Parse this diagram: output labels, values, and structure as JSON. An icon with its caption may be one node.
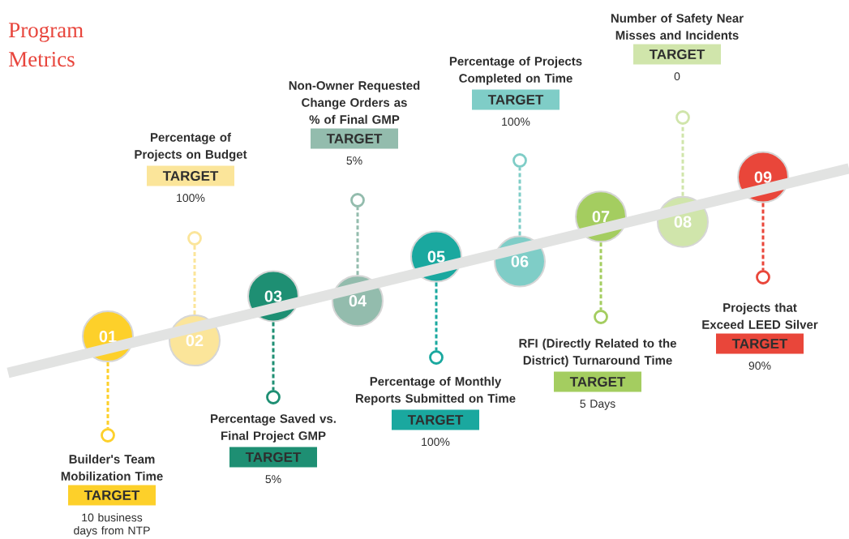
{
  "diagram": {
    "title": "Program Metrics",
    "nodes": [
      {
        "text": [
          "01"
        ]
      },
      {
        "text": [
          "02"
        ]
      },
      {
        "text": [
          "03"
        ]
      },
      {
        "text": [
          "04"
        ]
      },
      {
        "text": [
          "05"
        ]
      },
      {
        "text": [
          "06"
        ]
      },
      {
        "text": [
          "07"
        ]
      },
      {
        "text": [
          "08"
        ]
      },
      {
        "text": [
          "09"
        ]
      },
      {
        "text": [],
        "shape": "circle"
      },
      {
        "text": [],
        "shape": "circle"
      },
      {
        "text": [],
        "shape": "circle"
      },
      {
        "text": [],
        "shape": "circle"
      },
      {
        "text": [],
        "shape": "circle"
      },
      {
        "text": [],
        "shape": "circle"
      },
      {
        "text": [],
        "shape": "circle"
      },
      {
        "text": [],
        "shape": "circle"
      },
      {
        "text": [],
        "shape": "circle"
      },
      {
        "text": [
          "TARGET"
        ],
        "beside": [
          "Builder's Team Mobilization Time",
          "10 business days from NTP"
        ]
      },
      {
        "text": [
          "TARGET"
        ],
        "beside": [
          "Percentage of Projects on Budget",
          "100%"
        ]
      },
      {
        "text": [
          "TARGET"
        ],
        "beside": [
          "Percentage Saved vs. Final Project GMP",
          "5%"
        ]
      },
      {
        "text": [
          "TARGET"
        ],
        "beside": [
          "Non-Owner Requested Change Orders as % of Final GMP",
          "5%"
        ]
      },
      {
        "text": [
          "TARGET"
        ],
        "beside": [
          "Percentage of Monthly Reports Submitted on Time",
          "100%"
        ]
      },
      {
        "text": [
          "TARGET"
        ],
        "beside": [
          "Percentage of Projects Completed on Time",
          "100%"
        ]
      },
      {
        "text": [
          "TARGET"
        ],
        "beside": [
          "RFI (Directly Related to the District) Turnaround Time",
          "5 Days"
        ]
      },
      {
        "text": [
          "TARGET"
        ],
        "beside": [
          "Number of Safety Near Misses and Incidents",
          "0"
        ]
      },
      {
        "text": [
          "TARGET"
        ],
        "beside": [
          "Projects that Exceed LEED Silver",
          "90%"
        ]
      }
    ],
    "edges": [
      {
        "from": 0,
        "to": 9,
        "arrow": "none",
        "style": "dashed",
        "color": "#fdd02a"
      },
      {
        "from": 1,
        "to": 10,
        "arrow": "none",
        "style": "dashed",
        "color": "#fbe59a"
      },
      {
        "from": 2,
        "to": 11,
        "arrow": "none",
        "style": "dashed",
        "color": "#1e8f73"
      },
      {
        "from": 3,
        "to": 12,
        "arrow": "none",
        "style": "dashed",
        "color": "#93bcad"
      },
      {
        "from": 4,
        "to": 13,
        "arrow": "none",
        "style": "dashed",
        "color": "#1aa89f"
      },
      {
        "from": 5,
        "to": 14,
        "arrow": "none",
        "style": "dashed",
        "color": "#7fcdc7"
      },
      {
        "from": 6,
        "to": 15,
        "arrow": "none",
        "style": "dashed",
        "color": "#a4cd60"
      },
      {
        "from": 7,
        "to": 16,
        "arrow": "none",
        "style": "dashed",
        "color": "#d0e5ab"
      },
      {
        "from": 8,
        "to": 17,
        "arrow": "none",
        "style": "dashed",
        "color": "#e9463a"
      }
    ]
  }
}
